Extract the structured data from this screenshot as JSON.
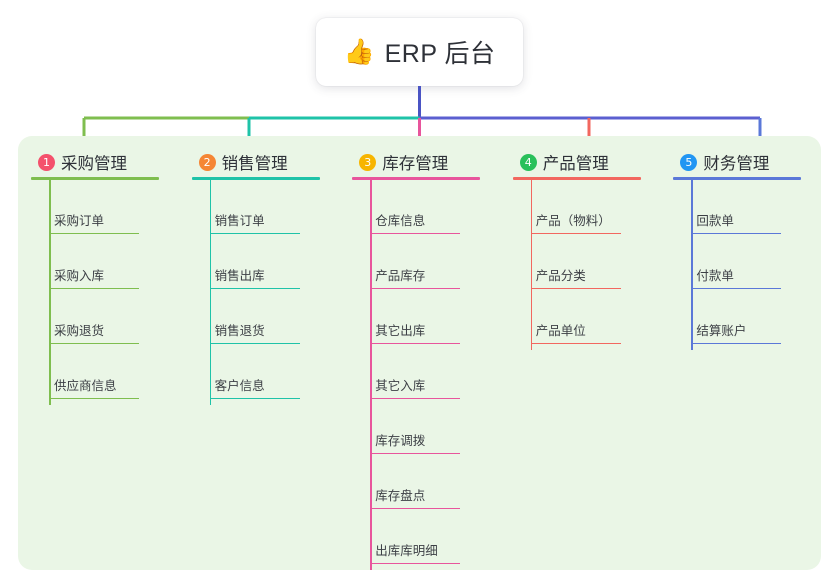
{
  "root": {
    "icon": "thumbs-up-icon",
    "emoji": "👍",
    "title": "ERP 后台"
  },
  "colors": {
    "panel_background": "#eaf6e6",
    "page_background": "#ffffff",
    "trunk": "#4a54c4",
    "text": "#2e3138"
  },
  "columns": [
    {
      "index": "1",
      "badge": "①",
      "badge_color": "#f4516c",
      "title": "采购管理",
      "line_color": "#7fbe4f",
      "items": [
        {
          "label": "采购订单"
        },
        {
          "label": "采购入库"
        },
        {
          "label": "采购退货"
        },
        {
          "label": "供应商信息"
        }
      ]
    },
    {
      "index": "2",
      "badge": "②",
      "badge_color": "#f58634",
      "title": "销售管理",
      "line_color": "#1fc3a8",
      "items": [
        {
          "label": "销售订单"
        },
        {
          "label": "销售出库"
        },
        {
          "label": "销售退货"
        },
        {
          "label": "客户信息"
        }
      ]
    },
    {
      "index": "3",
      "badge": "③",
      "badge_color": "#f7b500",
      "title": "库存管理",
      "line_color": "#e8559c",
      "items": [
        {
          "label": "仓库信息"
        },
        {
          "label": "产品库存"
        },
        {
          "label": "其它出库"
        },
        {
          "label": "其它入库"
        },
        {
          "label": "库存调拨"
        },
        {
          "label": "库存盘点"
        },
        {
          "label": "出库库明细"
        }
      ]
    },
    {
      "index": "4",
      "badge": "④",
      "badge_color": "#29c05a",
      "title": "产品管理",
      "line_color": "#f2675f",
      "items": [
        {
          "label": "产品（物料）"
        },
        {
          "label": "产品分类"
        },
        {
          "label": "产品单位"
        }
      ]
    },
    {
      "index": "5",
      "badge": "⑤",
      "badge_color": "#2196f3",
      "title": "财务管理",
      "line_color": "#5b78d8",
      "items": [
        {
          "label": "回款单"
        },
        {
          "label": "付款单"
        },
        {
          "label": "结算账户"
        }
      ]
    }
  ]
}
